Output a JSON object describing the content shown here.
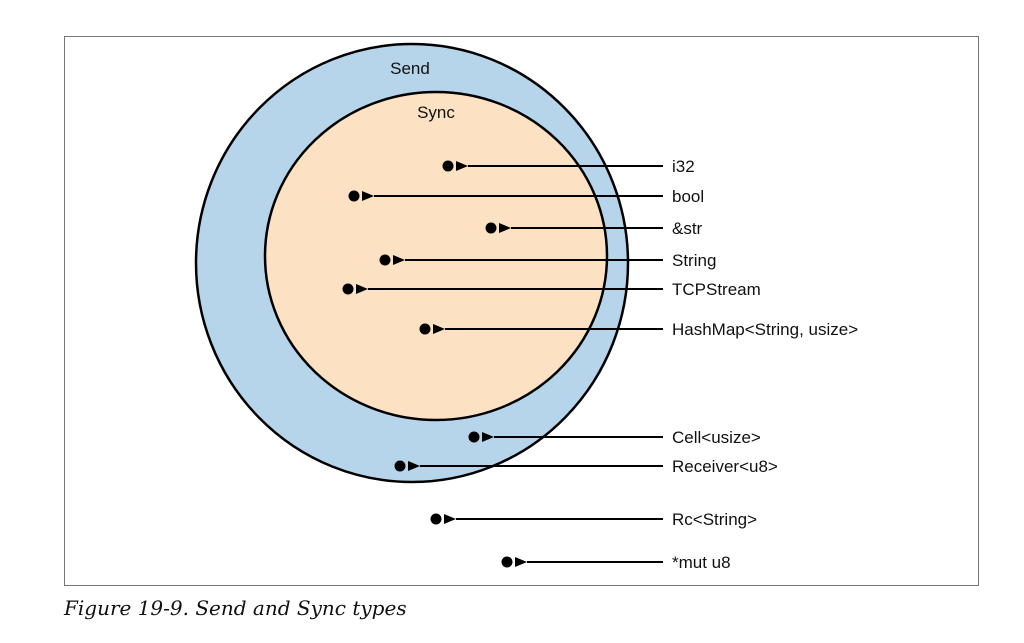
{
  "diagram": {
    "outer_set": {
      "label": "Send",
      "color": "#b6d5eb"
    },
    "inner_set": {
      "label": "Sync",
      "color": "#fde1c3"
    },
    "items": [
      {
        "label": "i32",
        "membership": "Send+Sync"
      },
      {
        "label": "bool",
        "membership": "Send+Sync"
      },
      {
        "label": "&str",
        "membership": "Send+Sync"
      },
      {
        "label": "String",
        "membership": "Send+Sync"
      },
      {
        "label": "TCPStream",
        "membership": "Send+Sync"
      },
      {
        "label": "HashMap<String, usize>",
        "membership": "Send+Sync"
      },
      {
        "label": "Cell<usize>",
        "membership": "Send"
      },
      {
        "label": "Receiver<u8>",
        "membership": "Send"
      },
      {
        "label": "Rc<String>",
        "membership": "none"
      },
      {
        "label": "*mut u8",
        "membership": "none"
      }
    ]
  },
  "caption": "Figure 19-9. Send and Sync types"
}
